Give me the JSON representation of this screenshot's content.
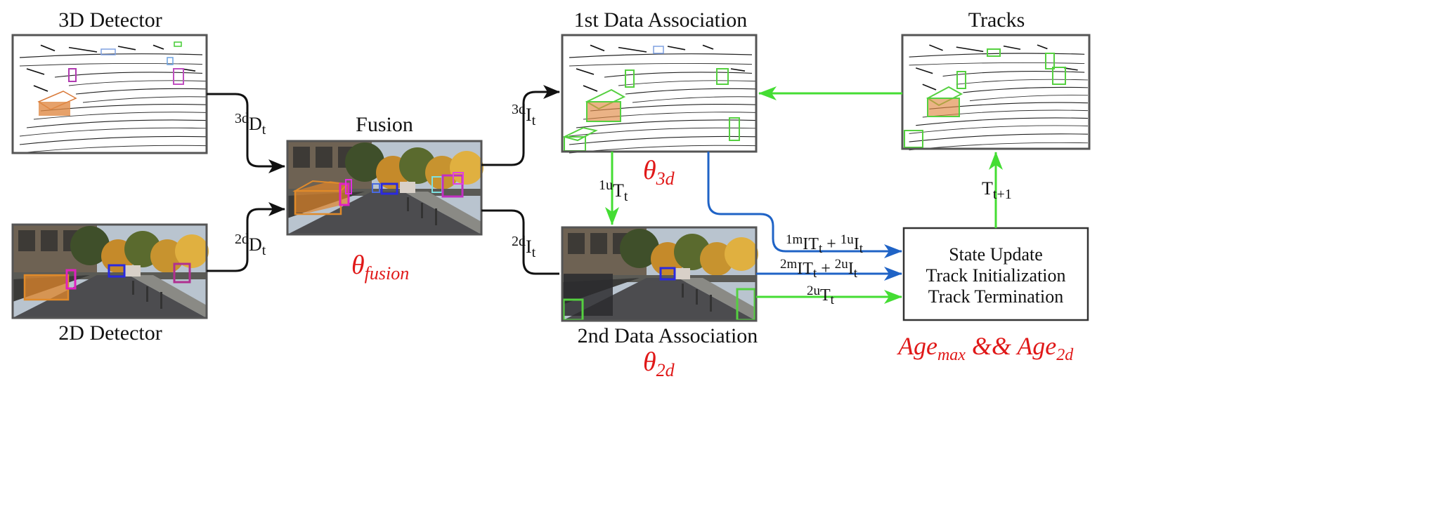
{
  "panels": {
    "detector3d": "3D Detector",
    "detector2d": "2D Detector",
    "fusion": "Fusion",
    "assoc1": "1st Data Association",
    "assoc2": "2nd Data Association",
    "tracks": "Tracks"
  },
  "state_box": {
    "line1": "State Update",
    "line2": "Track Initialization",
    "line3": "Track Termination"
  },
  "params": {
    "fusion": {
      "base": "θ",
      "sub": "fusion"
    },
    "d3": {
      "base": "θ",
      "sub": "3d"
    },
    "d2": {
      "base": "θ",
      "sub": "2d"
    },
    "age": {
      "a": "Age",
      "a_sub": "max",
      "op": " && ",
      "b": "Age",
      "b_sub": "2d"
    }
  },
  "edge_labels": {
    "d3": {
      "sup": "3d",
      "base": "D",
      "sub": "t"
    },
    "d2": {
      "sup": "2d",
      "base": "D",
      "sub": "t"
    },
    "i3": {
      "sup": "3d",
      "base": "I",
      "sub": "t"
    },
    "i2": {
      "sup": "2d",
      "base": "I",
      "sub": "t"
    },
    "u1": {
      "sup": "1u",
      "base": "T",
      "sub": "t"
    },
    "t_next": {
      "base": "T",
      "sub": "t+1"
    },
    "m1": {
      "sup": "1m",
      "base": "IT",
      "sub": "t",
      "plus": " + ",
      "sup2": "1u",
      "base2": "I",
      "sub2": "t"
    },
    "m2": {
      "sup": "2m",
      "base": "IT",
      "sub": "t",
      "plus": " + ",
      "sup2": "2u",
      "base2": "I",
      "sub2": "t"
    },
    "u2": {
      "sup": "2u",
      "base": "T",
      "sub": "t"
    }
  },
  "colors": {
    "green_arrow": "#44dd33",
    "blue_arrow": "#1f63c6",
    "black_arrow": "#111111",
    "param_red": "#e01818"
  }
}
